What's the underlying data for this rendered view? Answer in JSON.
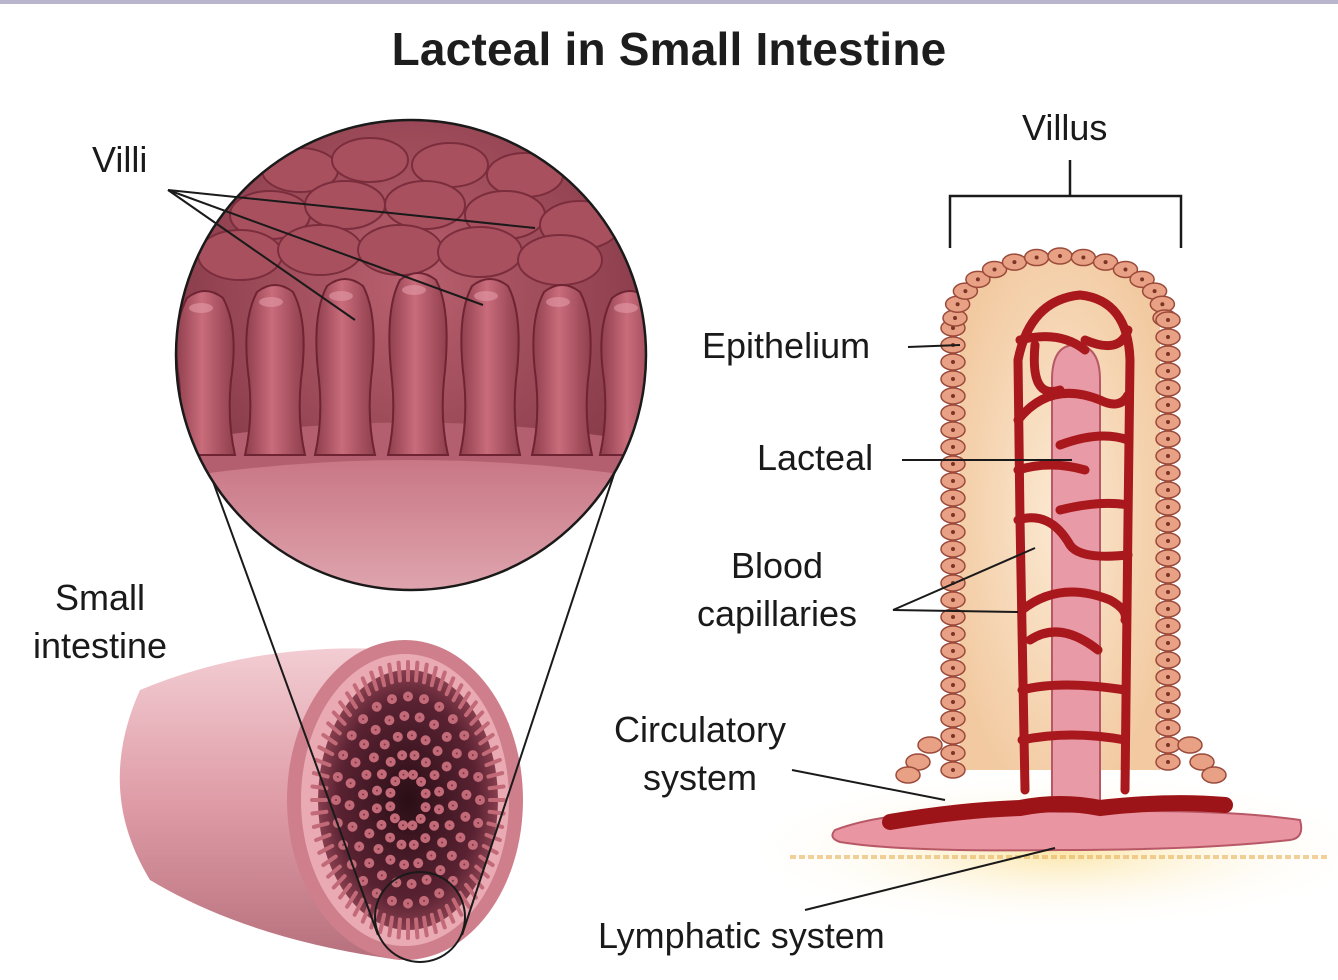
{
  "title": "Lacteal in Small Intestine",
  "labels": {
    "villi": "Villi",
    "small_intestine_line1": "Small",
    "small_intestine_line2": "intestine",
    "villus": "Villus",
    "epithelium": "Epithelium",
    "lacteal": "Lacteal",
    "blood_capillaries_line1": "Blood",
    "blood_capillaries_line2": "capillaries",
    "circulatory_line1": "Circulatory",
    "circulatory_line2": "system",
    "lymphatic_system": "Lymphatic system"
  },
  "colors": {
    "tissue_pink": "#b85a6a",
    "tissue_light": "#d9909c",
    "capillary_red": "#a8181c",
    "lacteal_pink": "#e89aa6",
    "epithelium_cell": "#e8a184",
    "villus_core": "#f6d9b8",
    "leader_line": "#1a1a1a"
  }
}
